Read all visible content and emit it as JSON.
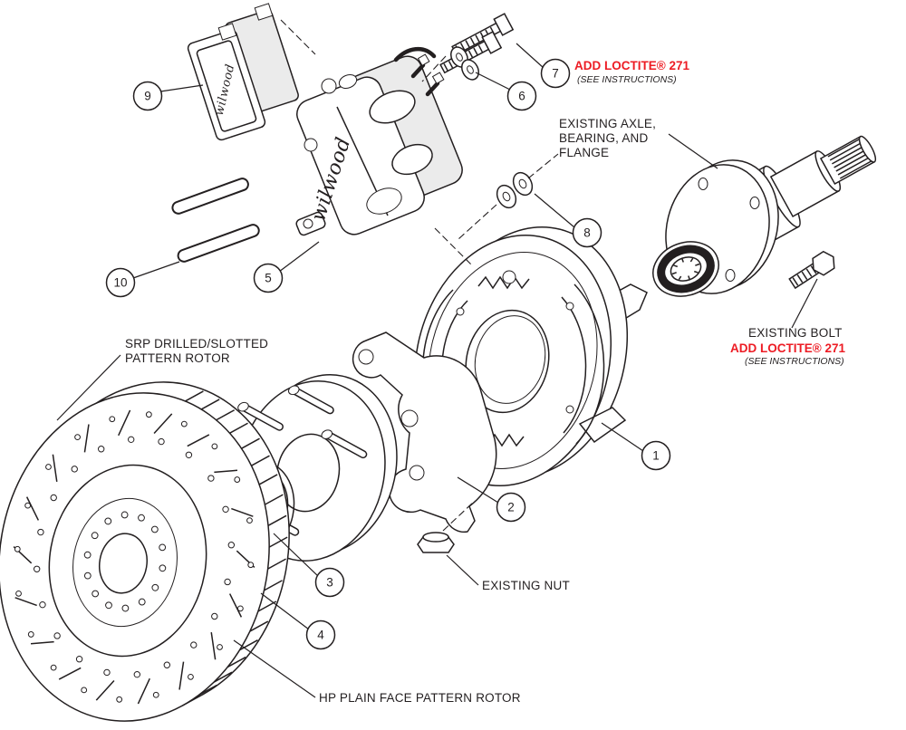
{
  "colors": {
    "red": "#ED1C24",
    "ink": "#231F20"
  },
  "brand": {
    "caliper_script": "wilwood",
    "pad_script": "wilwood"
  },
  "callouts": [
    {
      "label": "1"
    },
    {
      "label": "2"
    },
    {
      "label": "3"
    },
    {
      "label": "4"
    },
    {
      "label": "5"
    },
    {
      "label": "6"
    },
    {
      "label": "7"
    },
    {
      "label": "8"
    },
    {
      "label": "9"
    },
    {
      "label": "10"
    }
  ],
  "annotations": {
    "loctite_top_1": "ADD LOCTITE® 271",
    "loctite_top_2": "(SEE INSTRUCTIONS)",
    "axle_1": "EXISTING AXLE,",
    "axle_2": "BEARING, AND",
    "axle_3": "FLANGE",
    "existing_bolt": "EXISTING BOLT",
    "loctite_right_1": "ADD LOCTITE® 271",
    "loctite_right_2": "(SEE INSTRUCTIONS)",
    "srp_1": "SRP DRILLED/SLOTTED",
    "srp_2": "PATTERN ROTOR",
    "existing_nut": "EXISTING NUT",
    "hp_rotor": "HP PLAIN FACE PATTERN ROTOR"
  }
}
